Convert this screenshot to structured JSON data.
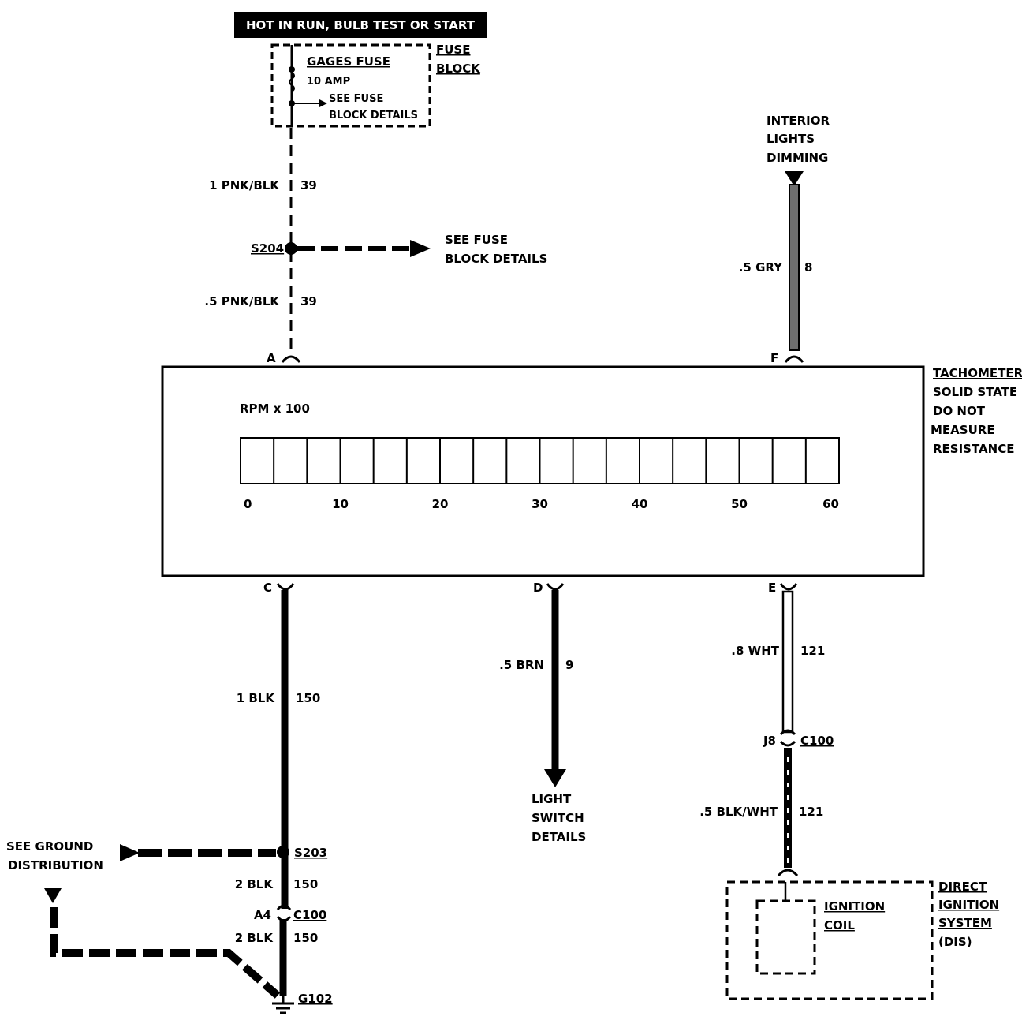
{
  "header": {
    "banner": "HOT IN RUN, BULB TEST OR START"
  },
  "fuse_block": {
    "fuse_name": "GAGES FUSE",
    "fuse_rating": "10 AMP",
    "see_fuse_line1": "SEE FUSE",
    "see_fuse_line2": "BLOCK DETAILS",
    "block_label_line1": "FUSE",
    "block_label_line2": "BLOCK"
  },
  "wires": {
    "w1": {
      "gauge_color": "1 PNK/BLK",
      "circuit": "39"
    },
    "w2": {
      "gauge_color": ".5 PNK/BLK",
      "circuit": "39"
    },
    "w_gry": {
      "gauge_color": ".5 GRY",
      "circuit": "8"
    },
    "w_blk1": {
      "gauge_color": "1 BLK",
      "circuit": "150"
    },
    "w_brn": {
      "gauge_color": ".5 BRN",
      "circuit": "9"
    },
    "w_wht": {
      "gauge_color": ".8 WHT",
      "circuit": "121"
    },
    "w_blkwht": {
      "gauge_color": ".5 BLK/WHT",
      "circuit": "121"
    },
    "w_blk2a": {
      "gauge_color": "2 BLK",
      "circuit": "150"
    },
    "w_blk2b": {
      "gauge_color": "2 BLK",
      "circuit": "150"
    }
  },
  "splices": {
    "s204": "S204",
    "s204_ref_line1": "SEE FUSE",
    "s204_ref_line2": "BLOCK DETAILS",
    "s203": "S203"
  },
  "interior": {
    "line1": "INTERIOR",
    "line2": "LIGHTS",
    "line3": "DIMMING"
  },
  "tachometer": {
    "label_lines": [
      "TACHOMETER",
      "SOLID STATE",
      "DO NOT",
      "MEASURE",
      "RESISTANCE"
    ],
    "scale_title": "RPM x 100",
    "ticks": [
      "0",
      "10",
      "20",
      "30",
      "40",
      "50",
      "60"
    ],
    "segment_count": 18,
    "pins": {
      "a": "A",
      "f": "F",
      "c": "C",
      "d": "D",
      "e": "E"
    }
  },
  "light_switch": {
    "line1": "LIGHT",
    "line2": "SWITCH",
    "line3": "DETAILS"
  },
  "connectors": {
    "c100_right_pin": "J8",
    "c100_right": "C100",
    "c100_left_pin": "A4",
    "c100_left": "C100"
  },
  "ground": {
    "see_line1": "SEE GROUND",
    "see_line2": "DISTRIBUTION",
    "g102": "G102"
  },
  "dis": {
    "coil_line1": "IGNITION",
    "coil_line2": "COIL",
    "label_lines": [
      "DIRECT",
      "IGNITION",
      "SYSTEM",
      "(DIS)"
    ]
  }
}
